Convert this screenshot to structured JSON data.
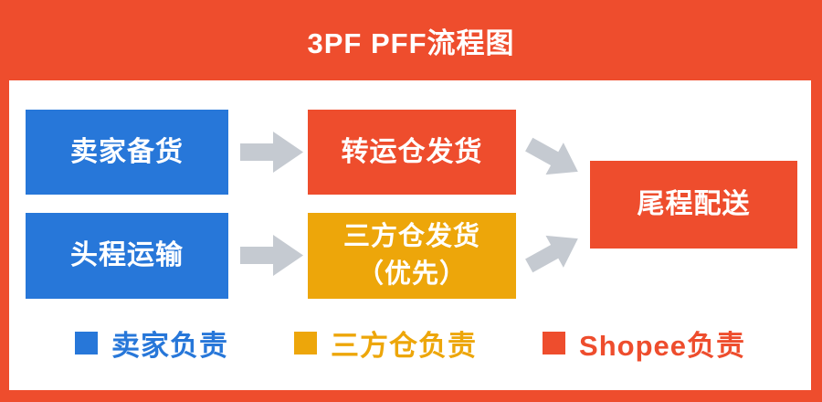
{
  "title": "3PF PFF流程图",
  "colors": {
    "brand_orange": "#EE4D2D",
    "seller_blue": "#2777D9",
    "warehouse_yellow": "#EDA60A",
    "arrow_gray": "#C5CAD1",
    "panel_white": "#FFFFFF"
  },
  "flow": {
    "boxes": [
      {
        "id": "seller-stock",
        "label": "卖家备货",
        "color": "#2777D9"
      },
      {
        "id": "first-mile-transport",
        "label": "头程运输",
        "color": "#2777D9"
      },
      {
        "id": "transfer-warehouse-ship",
        "label": "转运仓发货",
        "color": "#EE4D2D"
      },
      {
        "id": "third-party-warehouse-ship",
        "label": "三方仓发货",
        "sublabel": "（优先）",
        "color": "#EDA60A"
      },
      {
        "id": "last-mile-delivery",
        "label": "尾程配送",
        "color": "#EE4D2D"
      }
    ]
  },
  "legend": {
    "items": [
      {
        "label": "卖家负责",
        "color": "#2777D9"
      },
      {
        "label": "三方仓负责",
        "color": "#EDA60A"
      },
      {
        "label": "Shopee负责",
        "color": "#EE4D2D"
      }
    ]
  }
}
